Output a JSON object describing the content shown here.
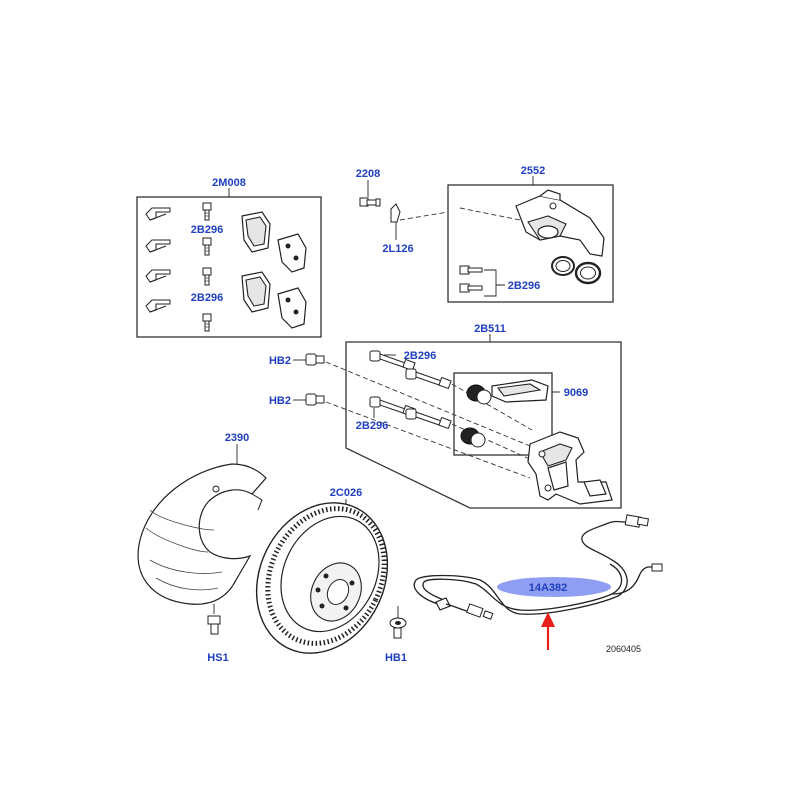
{
  "colors": {
    "label_text": "#1f3fbf",
    "highlight": "#7b8df0",
    "arrow": "#e8201c",
    "line": "#222222"
  },
  "labels": {
    "pad_kit": "2M008",
    "bolt_tl_1": "2B296",
    "bolt_tl_2": "2B296",
    "bleed_screw": "2208",
    "bleed_cap": "2L126",
    "caliper": "2552",
    "bolt_caliper": "2B296",
    "carrier": "2B511",
    "hb2_top": "HB2",
    "hb2_bottom": "HB2",
    "bolt_carrier_top": "2B296",
    "bolt_carrier_bottom": "2B296",
    "pin_kit": "9069",
    "shield": "2390",
    "rotor": "2C026",
    "sensor": "14A382",
    "screw_shield": "HS1",
    "screw_rotor": "HB1"
  },
  "figure_ref": "2060405",
  "highlight_item": "14A382"
}
